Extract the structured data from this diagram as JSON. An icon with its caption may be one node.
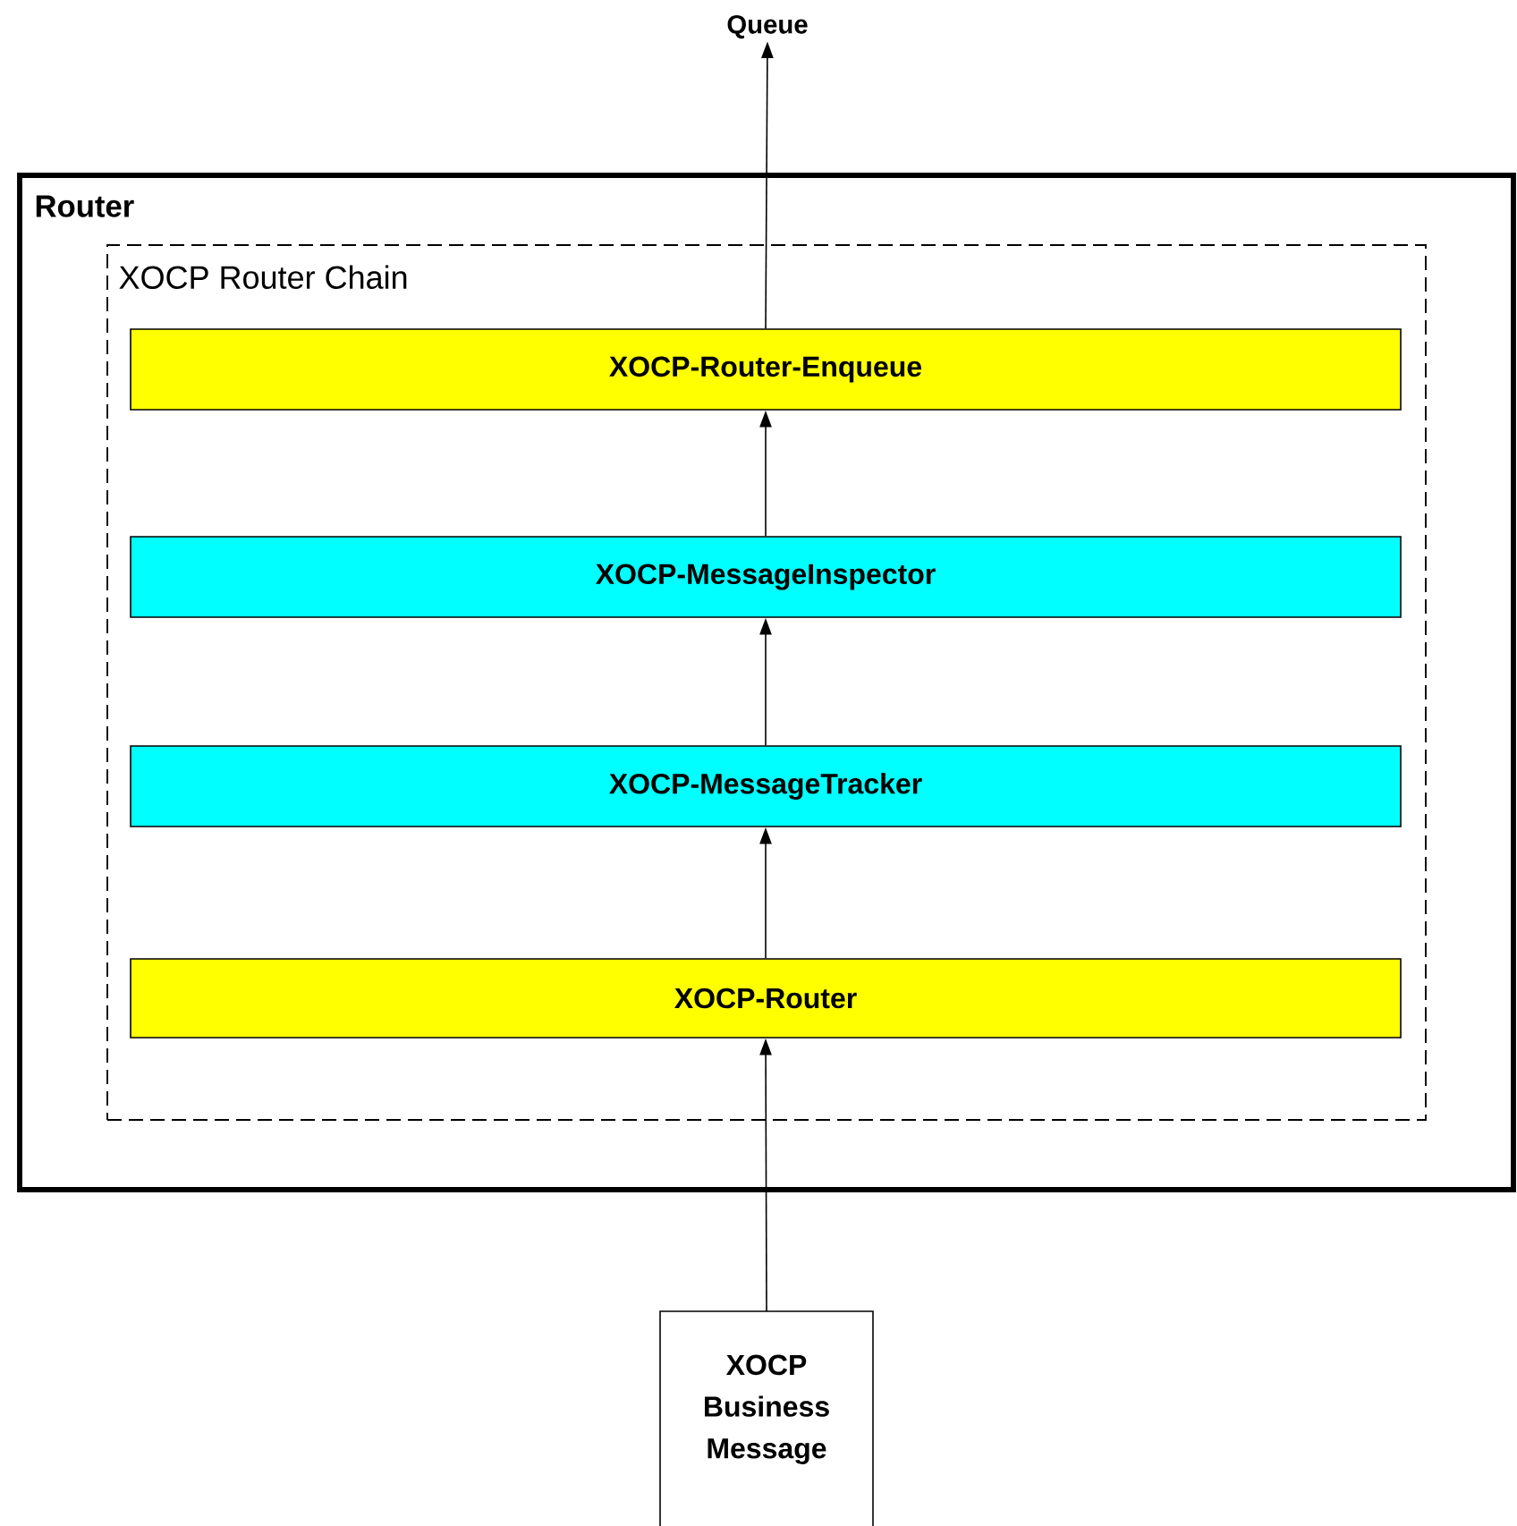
{
  "diagram": {
    "nodes": [
      {
        "text": [
          "Router"
        ]
      },
      {
        "text": [
          "XOCP Router Chain"
        ],
        "in": 0
      },
      {
        "text": [
          "XOCP-Router-Enqueue"
        ],
        "in": 1
      },
      {
        "text": [
          "XOCP-MessageInspector"
        ],
        "in": 1
      },
      {
        "text": [
          "XOCP-MessageTracker"
        ],
        "in": 1
      },
      {
        "text": [
          "XOCP-Router"
        ],
        "in": 1
      },
      {
        "text": [
          "XOCP Business Message"
        ]
      },
      {
        "text": [
          "Queue"
        ]
      }
    ],
    "edges": [
      {
        "from": 6,
        "to": 5,
        "arrow": "to"
      },
      {
        "from": 5,
        "to": 4,
        "arrow": "to"
      },
      {
        "from": 4,
        "to": 3,
        "arrow": "to"
      },
      {
        "from": 3,
        "to": 2,
        "arrow": "to"
      },
      {
        "from": 2,
        "to": 7,
        "arrow": "to"
      }
    ]
  }
}
